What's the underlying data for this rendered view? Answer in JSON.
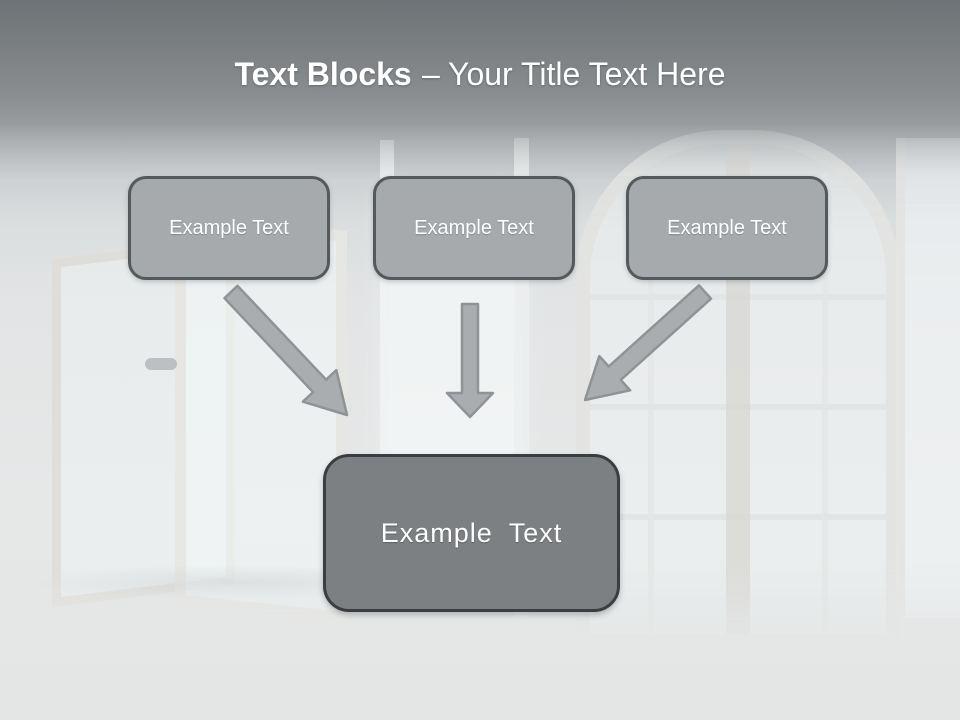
{
  "title": {
    "bold_text": "Text Blocks",
    "regular_text": "– Your Title Text Here"
  },
  "diagram": {
    "type": "converging-flow",
    "source_blocks": [
      {
        "id": 1,
        "label": "Example Text"
      },
      {
        "id": 2,
        "label": "Example Text"
      },
      {
        "id": 3,
        "label": "Example Text"
      }
    ],
    "target_block": {
      "label": "Example Text"
    },
    "connections": [
      {
        "from": 1,
        "to": "target",
        "direction": "down-right"
      },
      {
        "from": 2,
        "to": "target",
        "direction": "down"
      },
      {
        "from": 3,
        "to": "target",
        "direction": "down-left"
      }
    ]
  },
  "colors": {
    "header_top": "#6e7376",
    "header_mid": "#8c9094",
    "background_light": "#e6e8e8",
    "source_block_fill": "#a6aaad",
    "source_block_border": "#54595c",
    "target_block_fill": "#7c8082",
    "target_block_border": "#3a3e40",
    "arrow_fill": "#a9adb0",
    "arrow_stroke": "#8f9396",
    "title_text": "#ffffff"
  }
}
